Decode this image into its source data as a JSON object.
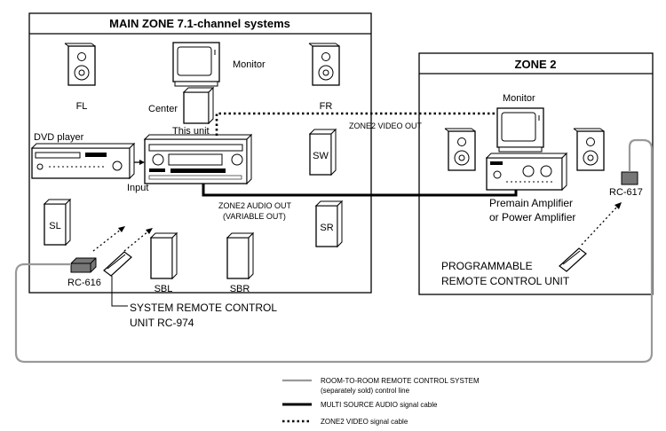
{
  "main_zone": {
    "title": "MAIN ZONE 7.1-channel systems",
    "monitor": "Monitor",
    "fl": "FL",
    "fr": "FR",
    "center": "Center",
    "this_unit": "This unit",
    "dvd_player": "DVD player",
    "input": "Input",
    "sw": "SW",
    "sl": "SL",
    "sr": "SR",
    "sbl": "SBL",
    "sbr": "SBR",
    "rc616": "RC-616",
    "zone2_video_out": "ZONE2 VIDEO OUT",
    "zone2_audio_out_1": "ZONE2 AUDIO OUT",
    "zone2_audio_out_2": "(VARIABLE OUT)",
    "system_remote_1": "SYSTEM REMOTE CONTROL",
    "system_remote_2": "UNIT RC-974"
  },
  "zone2": {
    "title": "ZONE 2",
    "monitor": "Monitor",
    "rc617": "RC-617",
    "premain_1": "Premain Amplifier",
    "premain_2": "or Power Amplifier",
    "programmable_1": "PROGRAMMABLE",
    "programmable_2": "REMOTE CONTROL UNIT"
  },
  "legend": {
    "room_1": "ROOM-TO-ROOM REMOTE CONTROL SYSTEM",
    "room_2": "(separately sold) control line",
    "audio": "MULTI SOURCE AUDIO signal cable",
    "video": "ZONE2 VIDEO signal cable"
  }
}
